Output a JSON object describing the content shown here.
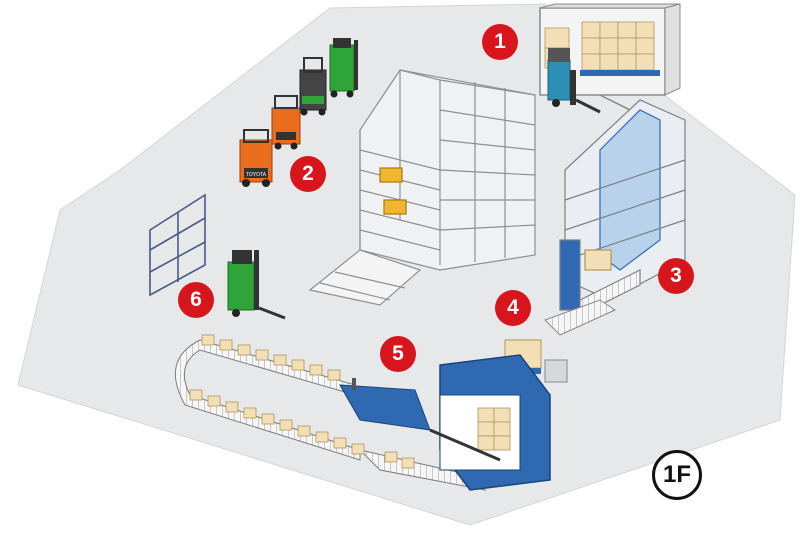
{
  "floor_label": "1F",
  "zones": [
    {
      "number": "1"
    },
    {
      "number": "2"
    },
    {
      "number": "3"
    },
    {
      "number": "4"
    },
    {
      "number": "5"
    },
    {
      "number": "6"
    }
  ],
  "colors": {
    "floor": "#e7e8e9",
    "badge": "#d8141c",
    "container_blue": "#2e69b2",
    "forklift_green": "#2ea43a",
    "forklift_orange": "#ec6c1e",
    "carton": "#f3dfb5"
  },
  "icons": {
    "floor": "warehouse-floor-plan",
    "rack": "automated-rack-icon",
    "forklift": "forklift-icon",
    "box": "carton-icon"
  }
}
